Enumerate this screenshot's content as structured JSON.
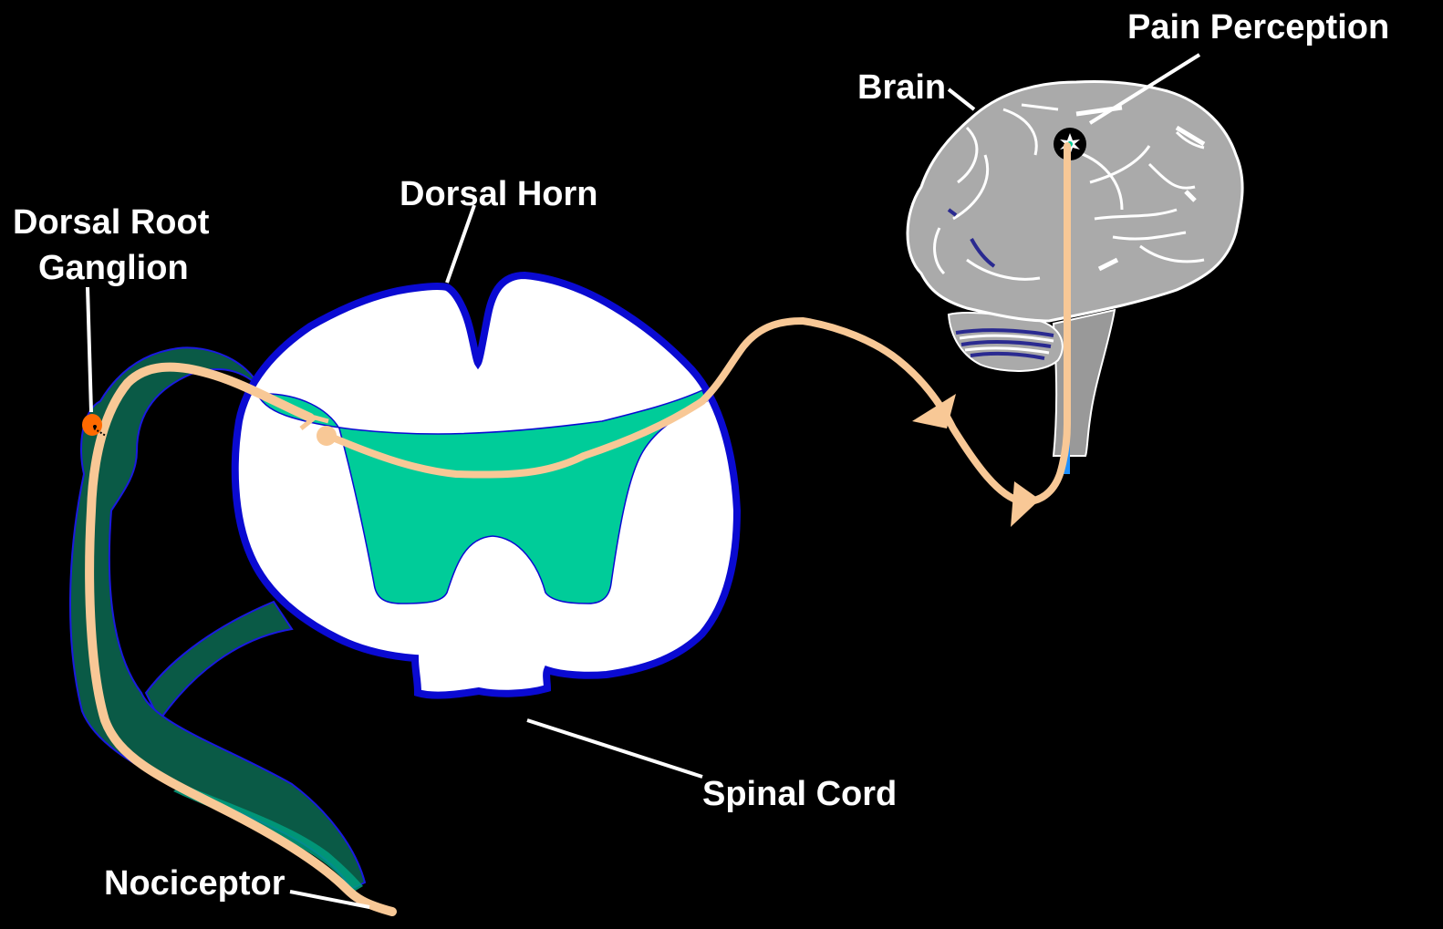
{
  "labels": {
    "pain_perception": "Pain Perception",
    "brain": "Brain",
    "dorsal_horn": "Dorsal Horn",
    "dorsal_root_line1": "Dorsal Root",
    "dorsal_root_line2": "Ganglion",
    "spinal_cord": "Spinal Cord",
    "nociceptor": "Nociceptor"
  },
  "colors": {
    "background": "#000000",
    "label": "#ffffff",
    "leader_line": "#ffffff",
    "spinal_outline": "#0a0ad2",
    "spinal_white_matter": "#ffffff",
    "grey_matter": "#00cc99",
    "nerve_dark": "#0a5a46",
    "nerve_outline": "#1a1ae0",
    "neuron_pathway": "#f8c896",
    "ganglion_cell": "#ff6a00",
    "brain_fill": "#aaaaaa",
    "brain_outline": "#ffffff",
    "brainstem": "#999999",
    "cerebellum_stripe": "#2a2a90",
    "thalamic_tract": "#1e90ff"
  }
}
